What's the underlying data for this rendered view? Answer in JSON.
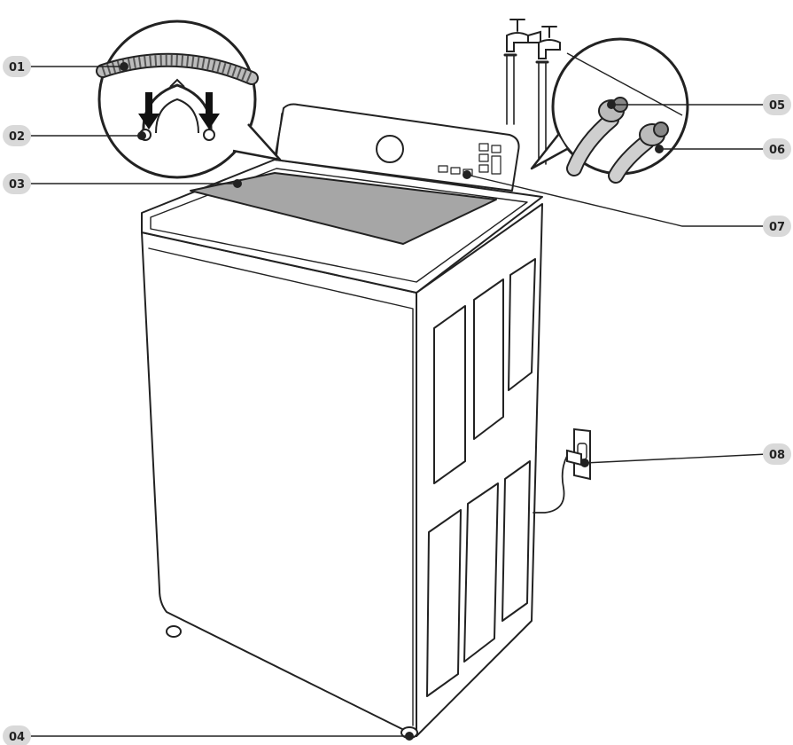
{
  "diagram": {
    "callouts": [
      {
        "id": "01",
        "label": "01",
        "side": "left"
      },
      {
        "id": "02",
        "label": "02",
        "side": "left"
      },
      {
        "id": "03",
        "label": "03",
        "side": "left"
      },
      {
        "id": "04",
        "label": "04",
        "side": "left"
      },
      {
        "id": "05",
        "label": "05",
        "side": "right"
      },
      {
        "id": "06",
        "label": "06",
        "side": "right"
      },
      {
        "id": "07",
        "label": "07",
        "side": "right"
      },
      {
        "id": "08",
        "label": "08",
        "side": "right"
      }
    ]
  },
  "colors": {
    "line": "#222222",
    "badge_fill": "#d9d9d9",
    "lid_glass": "#a6a6a6",
    "body": "#ffffff"
  }
}
